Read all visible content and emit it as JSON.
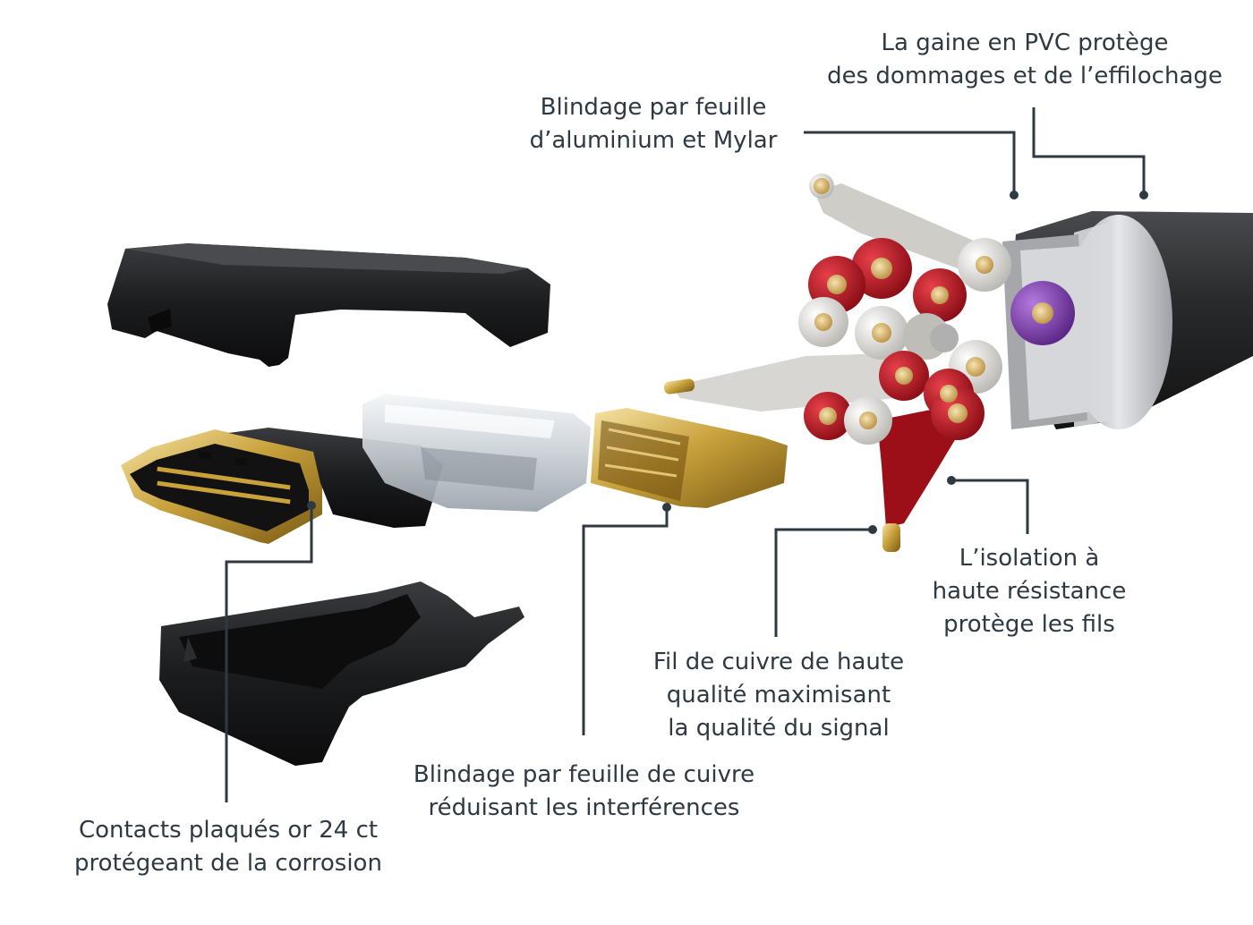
{
  "labels": {
    "pvc_jacket": {
      "line1": "La gaine en PVC protège",
      "line2": "des dommages et de l’effilochage"
    },
    "foil_shield": {
      "line1": "Blindage par feuille",
      "line2": "d’aluminium et Mylar"
    },
    "insulation": {
      "line1": "L’isolation à",
      "line2": "haute résistance",
      "line3": "protège les fils"
    },
    "copper_wire": {
      "line1": "Fil de cuivre de haute",
      "line2": "qualité maximisant",
      "line3": "la qualité du signal"
    },
    "copper_shield": {
      "line1": "Blindage par feuille de cuivre",
      "line2": "réduisant les interférences"
    },
    "gold_contacts": {
      "line1": "Contacts plaqués or 24 ct",
      "line2": "protégeant de la corrosion"
    }
  },
  "colors": {
    "text": "#2d3a44",
    "leader": "#2d3a44",
    "housing": "#1b1c1e",
    "gold": "#c9a23c",
    "red_wire": "#b3121c",
    "purple_wire": "#7b3aa8",
    "white_wire": "#e8e6e1",
    "foil": "#c8c8cc",
    "clear_plastic": "#d8dde2"
  }
}
